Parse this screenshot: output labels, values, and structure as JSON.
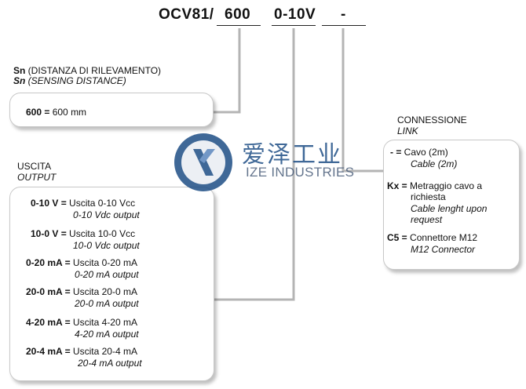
{
  "code": {
    "prefix": "OCV81/",
    "field1": "600",
    "field2": "0-10V",
    "field3": "-"
  },
  "sensing": {
    "title_bold": "Sn",
    "title_rest": " (DISTANZA DI RILEVAMENTO)",
    "subtitle_bold": "Sn",
    "subtitle_rest": " (SENSING DISTANCE)",
    "option": {
      "code": "600 =",
      "text": " 600 mm"
    }
  },
  "output": {
    "title": "USCITA",
    "subtitle": "OUTPUT",
    "options": [
      {
        "code": "0-10 V =",
        "text": " Uscita 0-10 Vcc",
        "en": "0-10 Vdc output"
      },
      {
        "code": "10-0 V =",
        "text": " Uscita 10-0 Vcc",
        "en": "10-0 Vdc output"
      },
      {
        "code": "0-20 mA =",
        "text": " Uscita 0-20 mA",
        "en": "0-20 mA  output"
      },
      {
        "code": "20-0 mA =",
        "text": " Uscita 20-0 mA",
        "en": "20-0 mA  output"
      },
      {
        "code": "4-20 mA =",
        "text": " Uscita 4-20 mA",
        "en": "4-20 mA output"
      },
      {
        "code": "20-4  mA =",
        "text": " Uscita 20-4 mA",
        "en": "20-4 mA output"
      }
    ]
  },
  "connection": {
    "title": "CONNESSIONE",
    "subtitle": "LINK",
    "options": [
      {
        "code": "- =",
        "text": " Cavo  (2m)",
        "en": "Cable (2m)"
      },
      {
        "code": "Kx =",
        "text": " Metraggio cavo a",
        "text2": "richiesta",
        "en": "Cable lenght upon",
        "en2": "request"
      },
      {
        "code": "C5 =",
        "text": " Connettore M12",
        "en": "M12 Connector"
      }
    ]
  },
  "watermark": {
    "chinese": "爱泽工业",
    "english": "IZE INDUSTRIES"
  },
  "colors": {
    "line": "#b4b4b4",
    "box_border": "#c8c8c8",
    "logo_blue": "#1e4e86"
  }
}
